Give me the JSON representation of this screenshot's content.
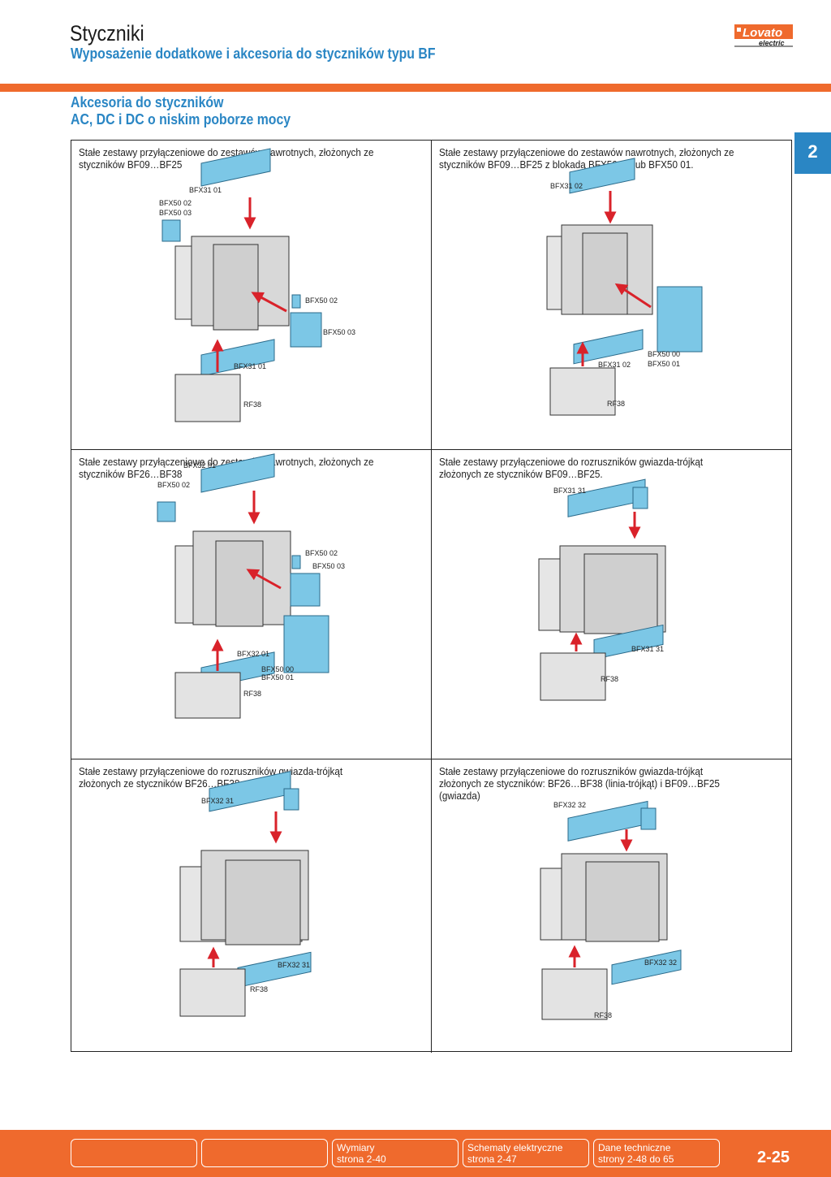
{
  "header": {
    "title": "Styczniki",
    "subtitle": "Wyposażenie dodatkowe i akcesoria do styczników typu BF",
    "logo": {
      "brand": "Lovato",
      "sub": "electric"
    }
  },
  "section": {
    "line1": "Akcesoria do styczników",
    "line2": "AC, DC i DC o niskim poborze mocy"
  },
  "chapter_tab": "2",
  "cells": [
    {
      "caption": "Stałe zestawy przyłączeniowe do zestawów nawrotnych, złożonych ze styczników BF09…BF25",
      "labels": {
        "top": "BFX31 01",
        "left1": "BFX50 02",
        "left2": "BFX50 03",
        "side1": "BFX50 02",
        "side2": "BFX50 03",
        "bottom": "BFX31 01",
        "relay": "RF38"
      }
    },
    {
      "caption": "Stałe zestawy przyłączeniowe do zestawów nawrotnych, złożonych ze styczników BF09…BF25 z blokadą BFX50 00 lub BFX50 01.",
      "labels": {
        "top": "BFX31 02",
        "bottom": "BFX31 02",
        "side1": "BFX50 00",
        "side2": "BFX50 01",
        "relay": "RF38"
      }
    },
    {
      "caption": "Stałe zestawy przyłączeniowe do zestawów nawrotnych, złożonych ze styczników BF26…BF38",
      "labels": {
        "top": "BFX32 01",
        "left1": "BFX50 02",
        "side1": "BFX50 02",
        "side2": "BFX50 03",
        "bottom": "BFX32 01",
        "block1": "BFX50 00",
        "block2": "BFX50 01",
        "relay": "RF38"
      }
    },
    {
      "caption": "Stałe zestawy przyłączeniowe do rozruszników gwiazda-trójkąt złożonych ze styczników BF09…BF25.",
      "labels": {
        "top": "BFX31 31",
        "bottom": "BFX31 31",
        "relay": "RF38"
      }
    },
    {
      "caption": "Stałe zestawy przyłączeniowe do rozruszników gwiazda-trójkąt złożonych ze styczników BF26…BF38.",
      "labels": {
        "top": "BFX32 31",
        "bottom": "BFX32 31",
        "relay": "RF38"
      }
    },
    {
      "caption": "Stałe zestawy przyłączeniowe do rozruszników gwiazda-trójkąt złożonych ze styczników: BF26…BF38 (linia-trójkąt) i BF09…BF25 (gwiazda)",
      "labels": {
        "top": "BFX32 32",
        "bottom": "BFX32 32",
        "relay": "RF38"
      }
    }
  ],
  "footer": {
    "links": [
      {
        "line1": "",
        "line2": ""
      },
      {
        "line1": "",
        "line2": ""
      },
      {
        "line1": "Wymiary",
        "line2": "strona 2-40"
      },
      {
        "line1": "Schematy elektryczne",
        "line2": "strona 2-47"
      },
      {
        "line1": "Dane techniczne",
        "line2": "strony 2-48 do 65"
      }
    ],
    "page_number": "2-25"
  },
  "colors": {
    "accent_orange": "#ef6a2d",
    "accent_blue": "#2a86c4",
    "accessory_blue": "#7cc7e6",
    "arrow_red": "#d9222a"
  }
}
